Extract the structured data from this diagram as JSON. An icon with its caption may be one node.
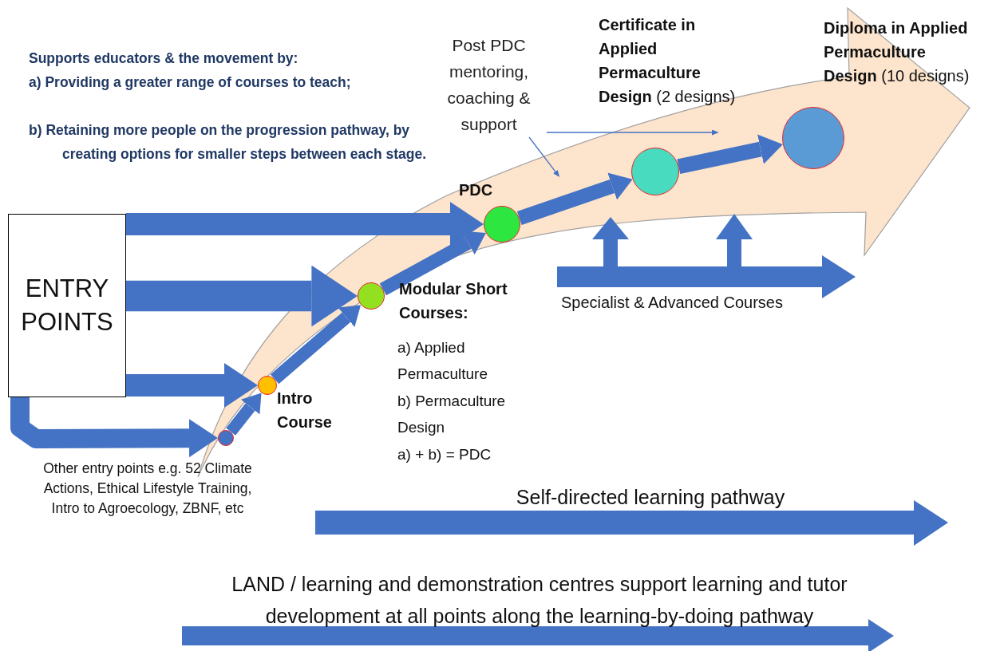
{
  "diagram": {
    "nodes": [
      {
        "text": [
          "ENTRY POINTS"
        ]
      },
      {
        "text": [],
        "shape": "circle"
      },
      {
        "text": [],
        "shape": "circle",
        "beside": [
          "Intro Course"
        ]
      },
      {
        "text": [],
        "shape": "circle",
        "beside": [
          "Modular Short Courses:",
          "a) Applied Permaculture",
          "b) Permaculture Design",
          "a) + b) = PDC"
        ]
      },
      {
        "text": [],
        "shape": "circle",
        "beside": [
          "PDC"
        ]
      },
      {
        "text": [],
        "shape": "circle",
        "beside": [
          "**Certificate in Applied Permaculture Design** (2 designs)"
        ]
      },
      {
        "text": [],
        "shape": "circle",
        "beside": [
          "**Diploma in Applied Permaculture Design** (10 designs)"
        ]
      },
      {
        "text": [
          "Post PDC mentoring, coaching & support"
        ]
      }
    ],
    "edges": [
      {
        "from": 0,
        "to": 4,
        "arrow": "to"
      },
      {
        "from": 0,
        "to": 3,
        "arrow": "to",
        "style": "thick"
      },
      {
        "from": 0,
        "to": 2,
        "arrow": "to"
      },
      {
        "from": 0,
        "to": 1,
        "arrow": "to"
      },
      {
        "from": 1,
        "to": 2,
        "arrow": "to"
      },
      {
        "from": 2,
        "to": 3,
        "arrow": "to"
      },
      {
        "from": 3,
        "to": 4,
        "arrow": "to"
      },
      {
        "from": 4,
        "to": 5,
        "arrow": "to"
      },
      {
        "from": 5,
        "to": 6,
        "arrow": "to"
      },
      {
        "from": 7,
        "to": null,
        "arrow": "to"
      },
      {
        "from": 7,
        "to": null,
        "arrow": "to"
      }
    ],
    "labels": [
      "Supports educators & the movement by:",
      "a) Providing a greater range of courses to teach;",
      "b) Retaining more people on the progression pathway, by creating options for smaller steps between each stage.",
      "Specialist & Advanced Courses",
      "Other entry points e.g. 52 Climate Actions, Ethical Lifestyle Training, Intro to Agroecology, ZBNF, etc",
      "Self-directed learning pathway",
      "LAND / learning and demonstration centres support learning and tutor development at all points along the learning-by-doing pathway"
    ]
  }
}
